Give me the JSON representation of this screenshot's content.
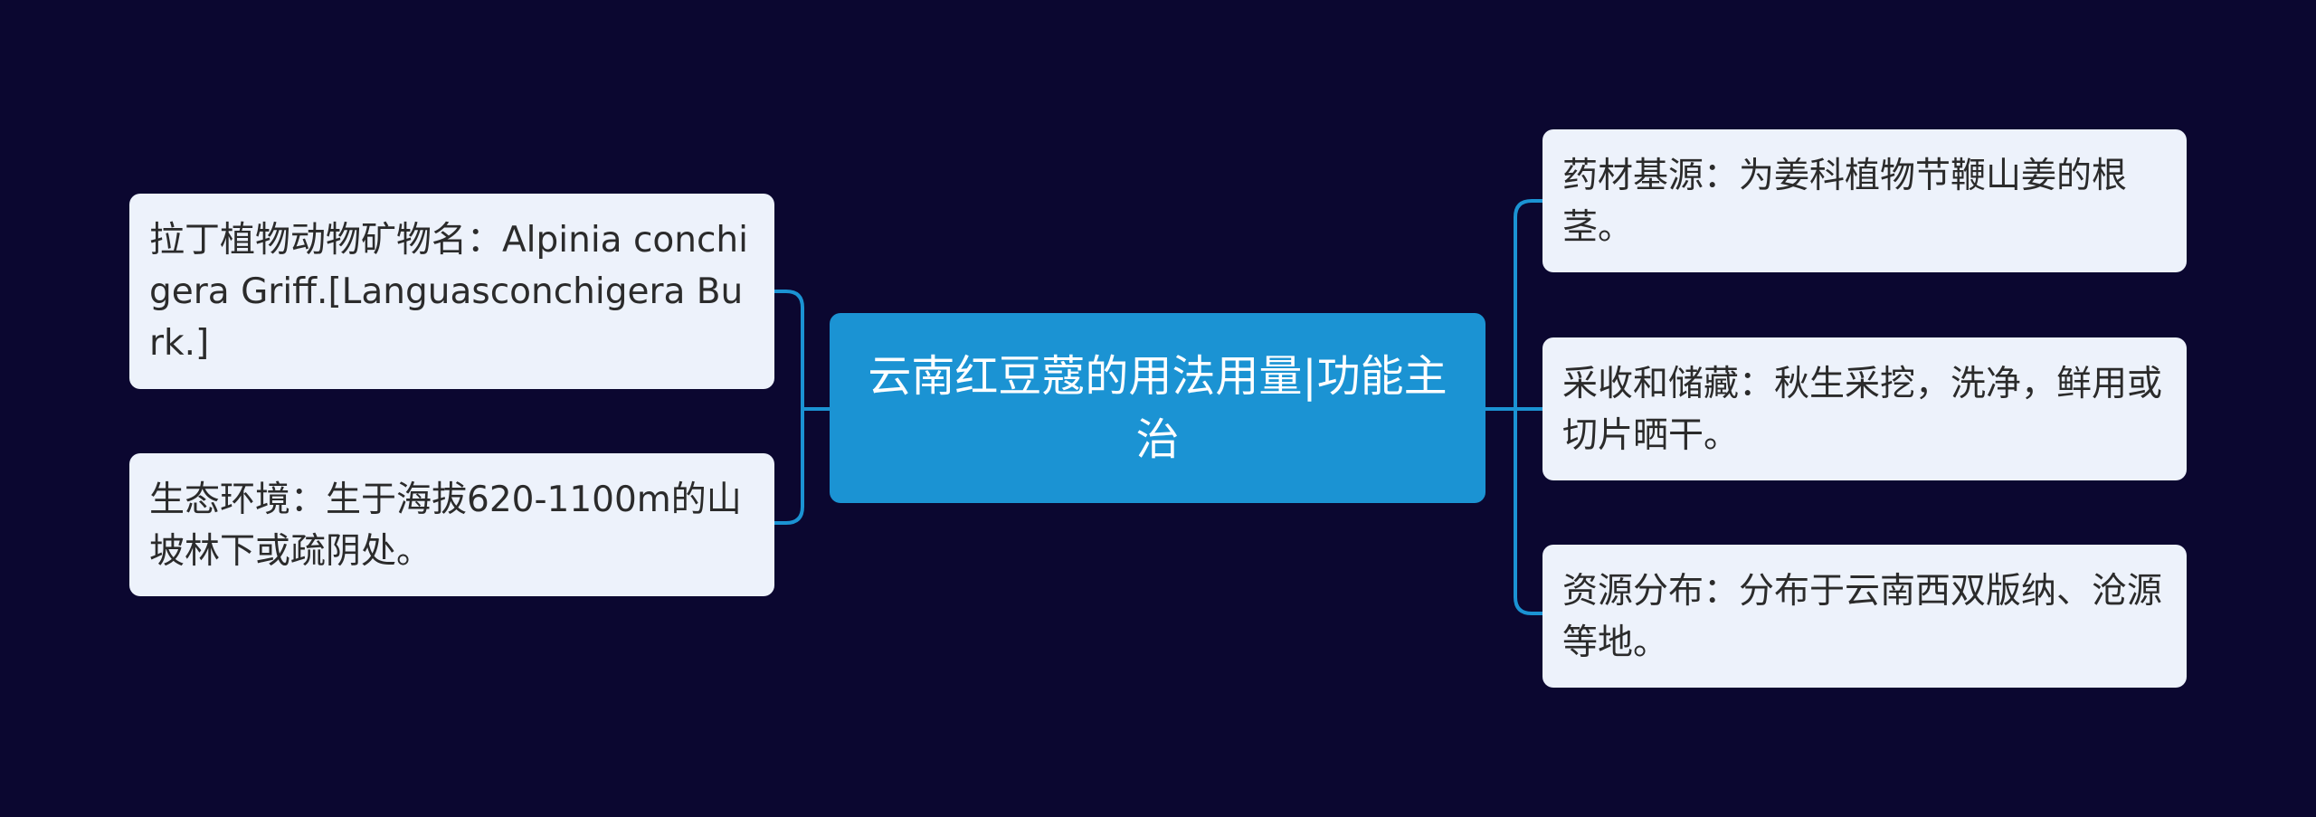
{
  "colors": {
    "background": "#0b0730",
    "center_node": "#1b93d3",
    "leaf_node": "#edf2fb",
    "connector": "#1b93d3"
  },
  "center": {
    "title": "云南红豆蔻的用法用量|功能主治"
  },
  "left": [
    {
      "text": "拉丁植物动物矿物名：Alpinia conchigera Griff.[Languasconchigera Burk.]"
    },
    {
      "text": "生态环境：生于海拔620-1100m的山坡林下或疏阴处。"
    }
  ],
  "right": [
    {
      "text": "药材基源：为姜科植物节鞭山姜的根茎。"
    },
    {
      "text": "采收和储藏：秋生采挖，洗净，鲜用或切片晒干。"
    },
    {
      "text": "资源分布：分布于云南西双版纳、沧源等地。"
    }
  ]
}
